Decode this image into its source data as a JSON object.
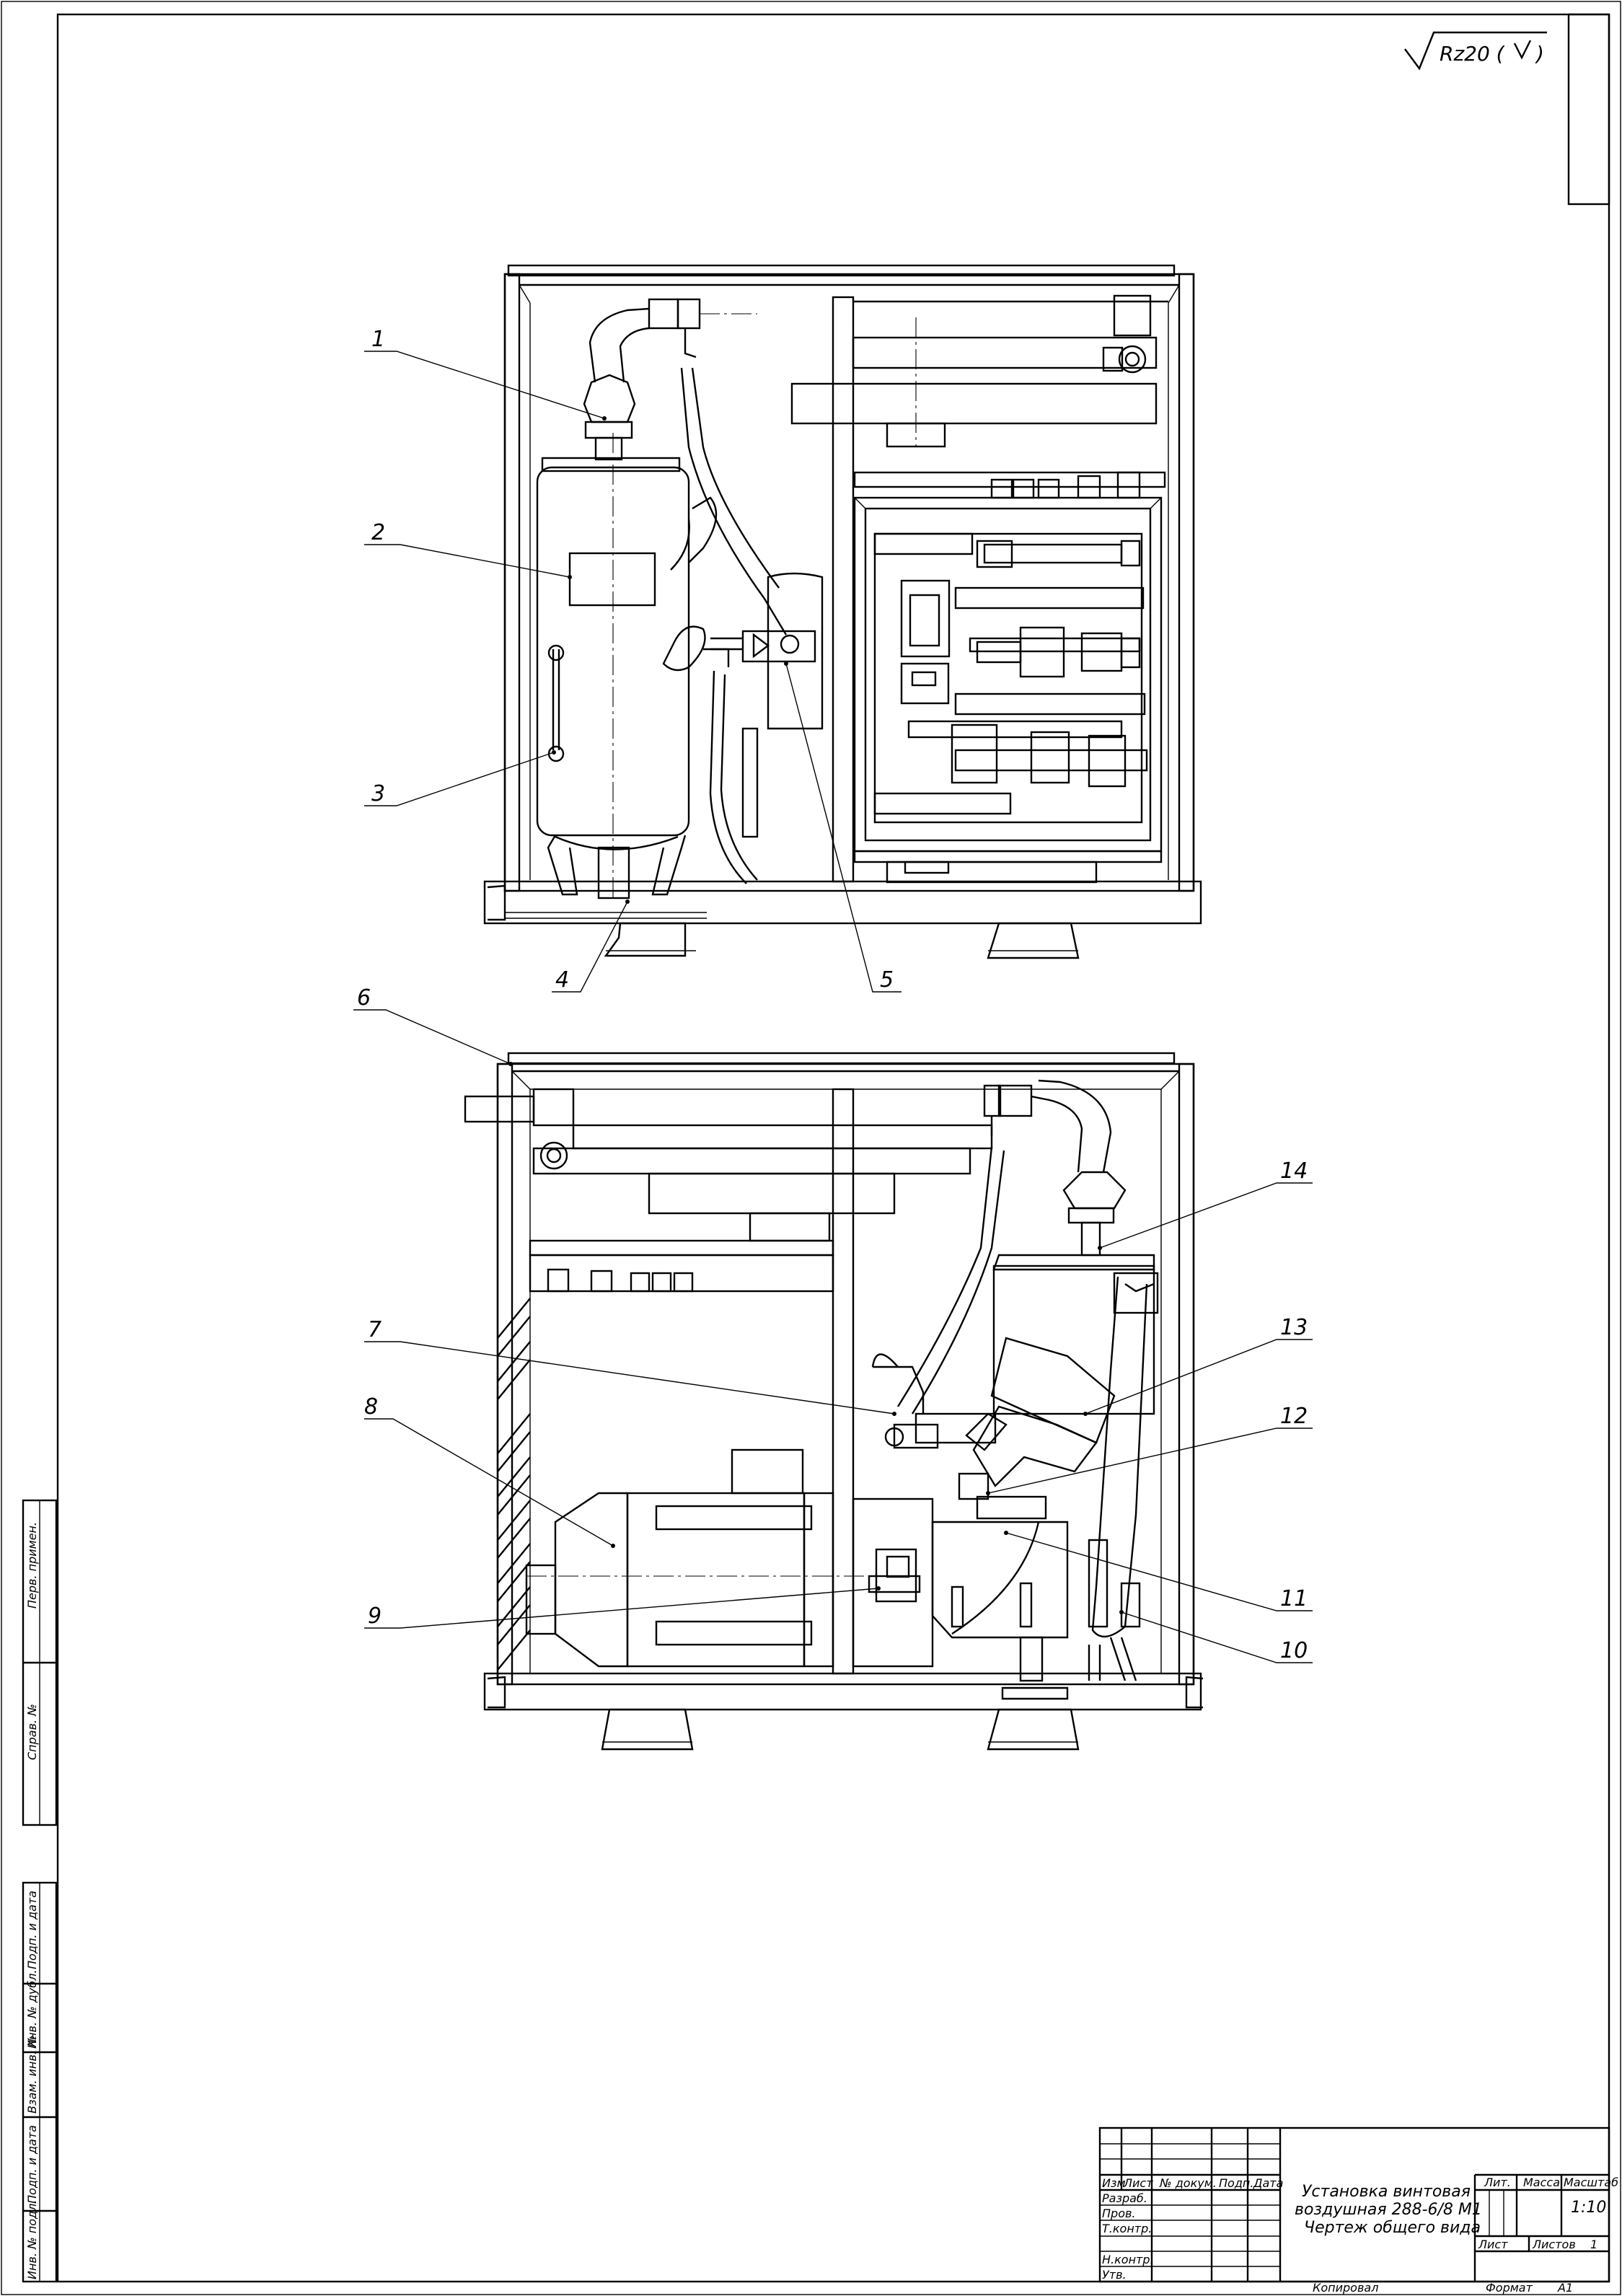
{
  "roughness": {
    "label": "Rz20 (",
    "suffix": ")"
  },
  "position_numbers": [
    "1",
    "2",
    "3",
    "4",
    "5",
    "6",
    "7",
    "8",
    "9",
    "10",
    "11",
    "12",
    "13",
    "14"
  ],
  "side_stamps": [
    "Перв. примен.",
    "Справ. №",
    "Подп. и дата",
    "Инв. № дубл.",
    "Взам. инв. №",
    "Подп. и дата",
    "Инв. № подл."
  ],
  "title_block": {
    "title_line1": "Установка винтовая",
    "title_line2": "воздушная 288-6/8 М1",
    "title_line3": "Чертеж общего вида",
    "col_headers": [
      "Изм",
      "Лист",
      "№ докум.",
      "Подп.",
      "Дата"
    ],
    "row_labels": [
      "Разраб.",
      "Пров.",
      "Т.контр.",
      "",
      "Н.контр.",
      "Утв."
    ],
    "lit_label": "Лит.",
    "mass_label": "Масса",
    "scale_label": "Масштаб",
    "scale_value": "1:10",
    "sheet_label": "Лист",
    "sheets_label": "Листов",
    "sheets_value": "1",
    "copied_label": "Копировал",
    "format_label": "Формат",
    "format_value": "A1"
  }
}
